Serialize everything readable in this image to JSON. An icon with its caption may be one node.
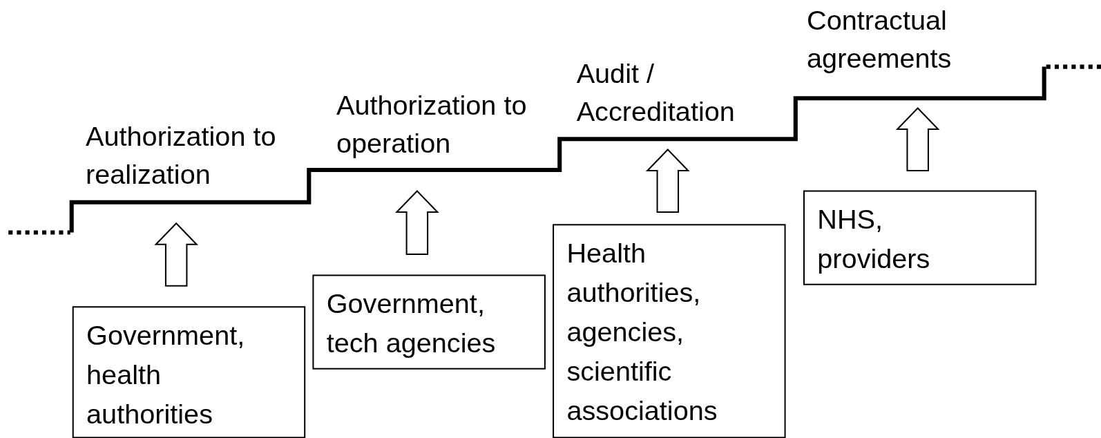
{
  "diagram": {
    "nodes": [
      {
        "text": [
          "Authorization to realization"
        ]
      },
      {
        "text": [
          "Authorization to operation"
        ]
      },
      {
        "text": [
          "Audit / Accreditation"
        ]
      },
      {
        "text": [
          "Contractual agreements"
        ]
      },
      {
        "text": [
          "Government, health authorities"
        ]
      },
      {
        "text": [
          "Government, tech agencies"
        ]
      },
      {
        "text": [
          "Health authorities, agencies, scientific associations"
        ]
      },
      {
        "text": [
          "NHS, providers"
        ]
      }
    ],
    "edges": [
      {
        "from": 4,
        "to": 0,
        "arrow": "to"
      },
      {
        "from": 5,
        "to": 1,
        "arrow": "to"
      },
      {
        "from": 6,
        "to": 2,
        "arrow": "to"
      },
      {
        "from": 7,
        "to": 3,
        "arrow": "to"
      }
    ]
  }
}
